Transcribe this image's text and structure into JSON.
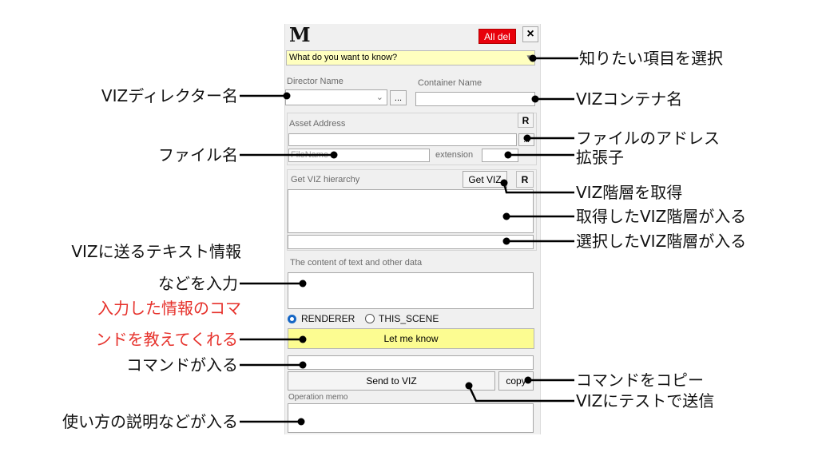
{
  "app": {
    "logo_text": "M",
    "all_del_label": "All del",
    "close_symbol": "×",
    "question_value": "What do you want to know?",
    "question_arrow": "▾",
    "director_label": "Director Name",
    "director_value": "",
    "director_browse": "...",
    "container_label": "Container Name",
    "container_value": "",
    "asset_label": "Asset Address",
    "asset_value": "",
    "asset_r": "R",
    "asset_browse": "...",
    "filename_placeholder": "FileName",
    "extension_label": "extension",
    "extension_value": "",
    "hierarchy_label": "Get VIZ hierarchy",
    "get_viz_label": "Get VIZ",
    "hierarchy_r": "R",
    "hierarchy_value": "",
    "selected_value": "",
    "content_label": "The content of text and other data",
    "content_value": "",
    "radio_renderer": "RENDERER",
    "radio_this_scene": "THIS_SCENE",
    "let_me_know_label": "Let me know",
    "command_value": "",
    "send_to_viz_label": "Send to VIZ",
    "copy_label": "copy",
    "memo_label": "Operation memo",
    "memo_value": ""
  },
  "annotations": {
    "select_item": "知りたい項目を選択",
    "director_name": "VIZディレクター名",
    "container_name": "VIZコンテナ名",
    "file_address": "ファイルのアドレス",
    "file_name": "ファイル名",
    "extension": "拡張子",
    "get_hierarchy": "VIZ階層を取得",
    "hierarchy_enters": "取得したVIZ階層が入る",
    "selected_enters": "選択したVIZ階層が入る",
    "text_info_line1": "VIZに送るテキスト情報",
    "text_info_line2": "などを入力",
    "teach_line1": "入力した情報のコマ",
    "teach_line2": "ンドを教えてくれる",
    "command_enters": "コマンドが入る",
    "copy_command": "コマンドをコピー",
    "send_test": "VIZにテストで送信",
    "memo_enters": "使い方の説明などが入る"
  },
  "colors": {
    "all_del_bg": "#e8000b",
    "question_bg": "#ffffbf",
    "let_me_know_bg": "#fcfc91",
    "annotation_red": "#e6312b",
    "radio_accent": "#1566c5"
  }
}
